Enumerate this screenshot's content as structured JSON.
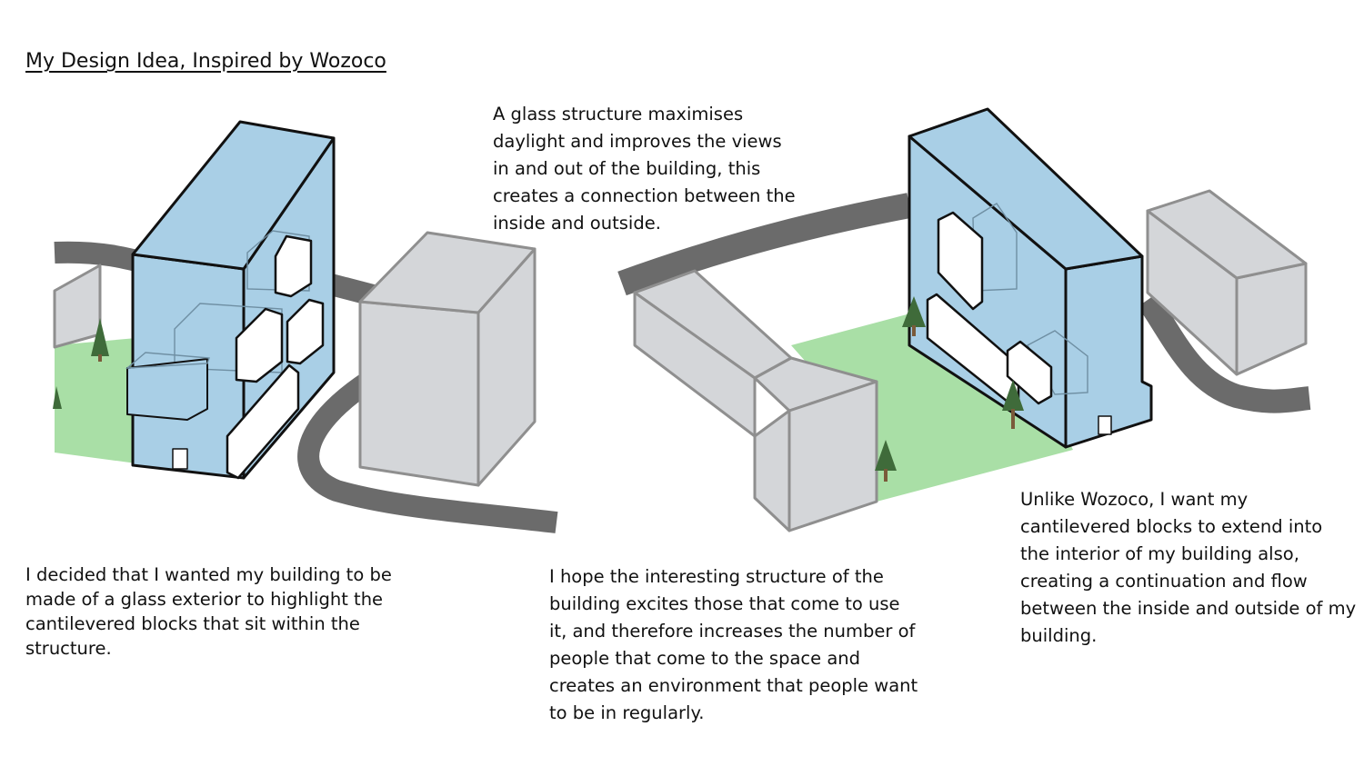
{
  "title": "My Design Idea, Inspired by Wozoco",
  "captions": {
    "glass_structure": "A glass structure maximises daylight and improves the views in and out of the building, this creates a connection between the inside and outside.",
    "left": "I decided that I wanted my building to be made of a glass exterior to highlight the cantilevered blocks that sit within the structure.",
    "middle": "I hope the interesting structure of the building excites those that come to use it, and therefore increases the number of people that come to the space and creates an environment that people want to be in regularly.",
    "right": "Unlike Wozoco, I want my cantilevered blocks to extend into the interior of my building also, creating a continuation and flow between the inside and outside of my building."
  },
  "colors": {
    "glass": "#a9cfe6",
    "grass": "#a9dfa6",
    "road": "#6b6b6b",
    "neighbour_building": "#d4d6d9"
  }
}
